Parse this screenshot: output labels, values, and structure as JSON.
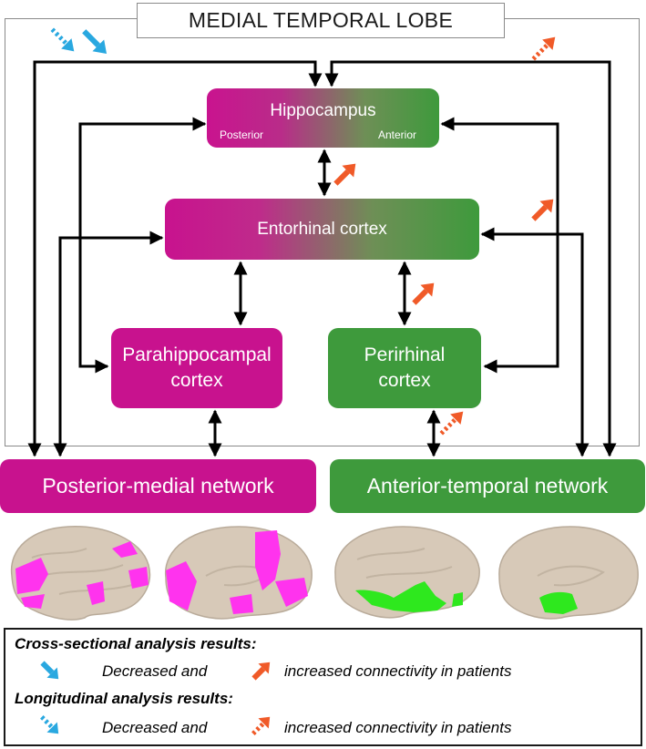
{
  "title": "MEDIAL TEMPORAL LOBE",
  "nodes": {
    "hippocampus": {
      "label": "Hippocampus",
      "posterior": "Posterior",
      "anterior": "Anterior"
    },
    "entorhinal": {
      "label": "Entorhinal cortex"
    },
    "parahippocampal": {
      "line1": "Parahippocampal",
      "line2": "cortex"
    },
    "perirhinal": {
      "line1": "Perirhinal",
      "line2": "cortex"
    },
    "posterior_medial": {
      "label": "Posterior-medial network"
    },
    "anterior_temporal": {
      "label": "Anterior-temporal network"
    }
  },
  "legend": {
    "cross_heading": "Cross-sectional analysis results:",
    "cross_decreased": "Decreased and",
    "cross_increased": "increased connectivity in patients",
    "long_heading": "Longitudinal analysis results:",
    "long_decreased": "Decreased and",
    "long_increased": "increased connectivity in patients"
  },
  "colors": {
    "posterior_magenta": "#c8128e",
    "anterior_green": "#3e9a3c",
    "decreased_blue": "#29a8e0",
    "increased_orange": "#f05a28",
    "brain_base": "#d7c9b8",
    "pm_region": "#ff33ee",
    "at_region": "#2ee81e"
  }
}
